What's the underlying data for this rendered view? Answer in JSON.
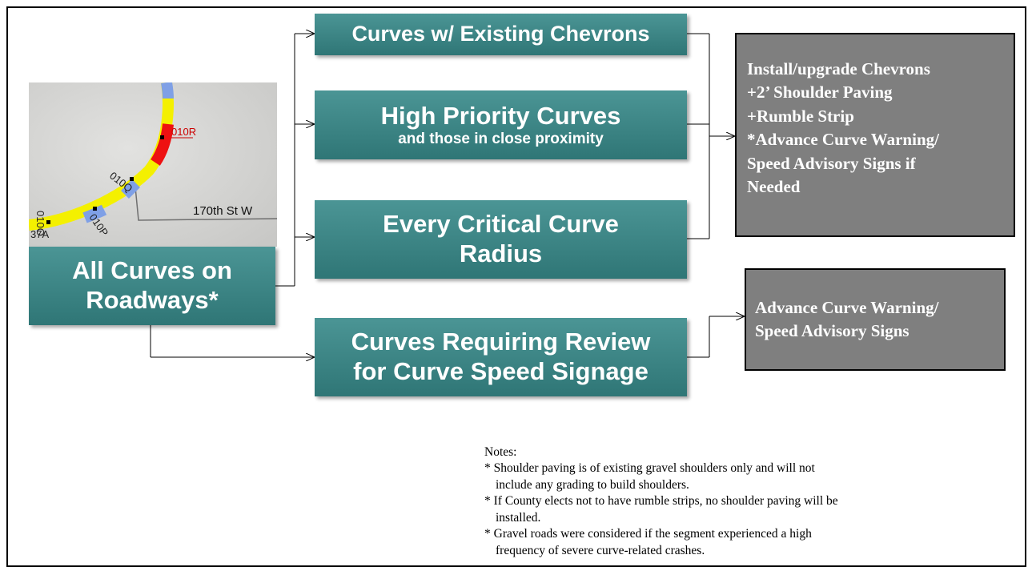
{
  "boxes": {
    "all_curves": {
      "line1": "All Curves on",
      "line2": "Roadways*"
    },
    "chevrons": {
      "label": "Curves w/ Existing Chevrons"
    },
    "high_priority": {
      "title": "High Priority Curves",
      "sub": "and those in close proximity"
    },
    "critical_radius": {
      "line1": "Every Critical Curve",
      "line2": "Radius"
    },
    "review": {
      "line1": "Curves Requiring Review",
      "line2": "for Curve Speed Signage"
    }
  },
  "outcomes": {
    "install": {
      "lines": [
        "Install/upgrade Chevrons",
        "+2’ Shoulder Paving",
        "+Rumble Strip",
        "*Advance Curve Warning/",
        "Speed Advisory Signs if",
        "Needed"
      ]
    },
    "advance": {
      "lines": [
        "Advance Curve Warning/",
        "Speed Advisory Signs"
      ]
    }
  },
  "map": {
    "street_label": "170th St W",
    "segment_labels": [
      "010R",
      "010Q",
      "010P",
      "010O",
      "37A"
    ]
  },
  "notes": {
    "heading": "Notes:",
    "items": [
      {
        "line1": "* Shoulder paving is of existing gravel shoulders only and will not",
        "line2": "include any grading to build shoulders."
      },
      {
        "line1": "* If County elects not to have rumble strips, no shoulder paving will be",
        "line2": "installed."
      },
      {
        "line1": "* Gravel roads were considered if the segment experienced a high",
        "line2": "frequency of severe curve-related crashes."
      }
    ]
  }
}
